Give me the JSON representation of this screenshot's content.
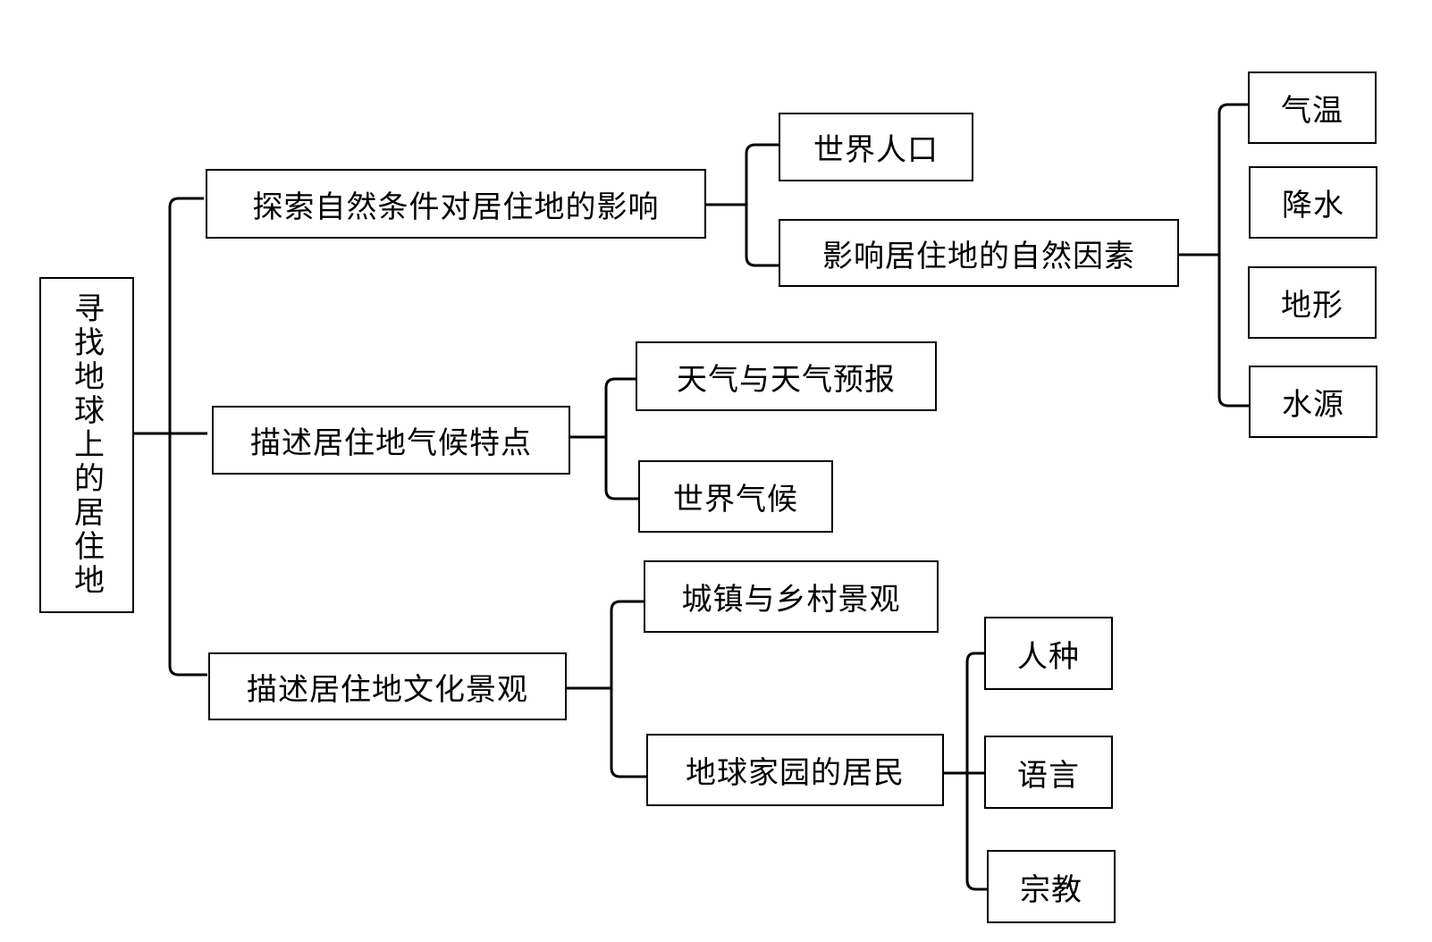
{
  "root": {
    "label": "寻找地球上的居住地"
  },
  "branches": [
    {
      "label": "探索自然条件对居住地的影响",
      "children": [
        {
          "label": "世界人口"
        },
        {
          "label": "影响居住地的自然因素",
          "children": [
            {
              "label": "气温"
            },
            {
              "label": "降水"
            },
            {
              "label": "地形"
            },
            {
              "label": "水源"
            }
          ]
        }
      ]
    },
    {
      "label": "描述居住地气候特点",
      "children": [
        {
          "label": "天气与天气预报"
        },
        {
          "label": "世界气候"
        }
      ]
    },
    {
      "label": "描述居住地文化景观",
      "children": [
        {
          "label": "城镇与乡村景观"
        },
        {
          "label": "地球家园的居民",
          "children": [
            {
              "label": "人种"
            },
            {
              "label": "语言"
            },
            {
              "label": "宗教"
            }
          ]
        }
      ]
    }
  ]
}
